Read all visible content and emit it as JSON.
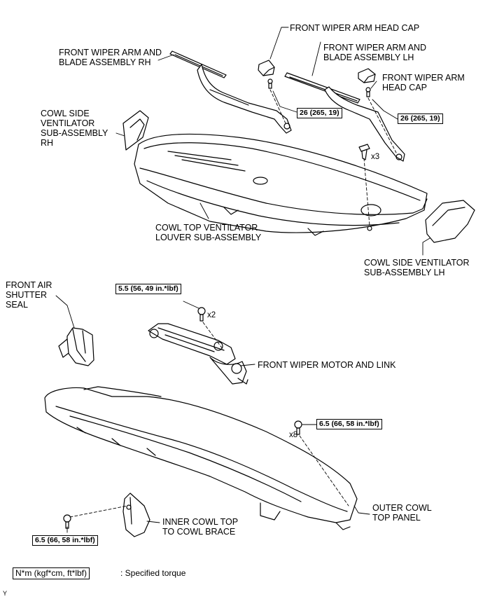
{
  "labels": {
    "head_cap_top": "FRONT WIPER ARM HEAD CAP",
    "arm_rh": [
      "FRONT WIPER ARM AND",
      "BLADE ASSEMBLY RH"
    ],
    "arm_lh": [
      "FRONT WIPER ARM AND",
      "BLADE ASSEMBLY LH"
    ],
    "head_cap_right": [
      "FRONT WIPER ARM",
      "HEAD CAP"
    ],
    "cowl_side_rh": [
      "COWL SIDE",
      "VENTILATOR",
      "SUB-ASSEMBLY",
      "RH"
    ],
    "cowl_top_louver": [
      "COWL TOP VENTILATOR",
      "LOUVER SUB-ASSEMBLY"
    ],
    "cowl_side_lh": [
      "COWL SIDE VENTILATOR",
      "SUB-ASSEMBLY LH"
    ],
    "air_shutter": [
      "FRONT AIR",
      "SHUTTER",
      "SEAL"
    ],
    "motor_link": "FRONT WIPER MOTOR AND LINK",
    "outer_cowl": [
      "OUTER COWL",
      "TOP PANEL"
    ],
    "inner_cowl": [
      "INNER COWL TOP",
      "TO COWL BRACE"
    ]
  },
  "torques": {
    "arm_rh": "26 (265, 19)",
    "arm_lh": "26 (265, 19)",
    "motor": "5.5 (56, 49 in.*lbf)",
    "outer_panel": "6.5 (66, 58 in.*lbf)",
    "brace": "6.5 (66, 58 in.*lbf)"
  },
  "quantities": {
    "clips": "x3",
    "motor_bolts": "x2",
    "panel_bolts": "x8"
  },
  "legend": {
    "unit_box": "N*m (kgf*cm, ft*lbf)",
    "description": ": Specified torque"
  },
  "corner_mark": "Y"
}
